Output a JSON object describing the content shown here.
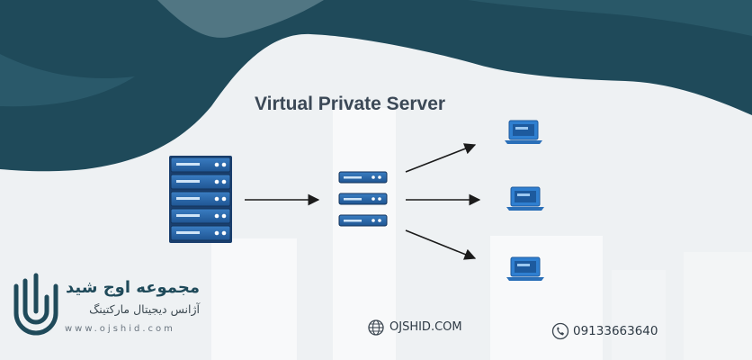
{
  "diagram": {
    "title": "Virtual Private Server",
    "nodes": [
      {
        "name": "physical-server",
        "type": "server-rack"
      },
      {
        "name": "vps-stack",
        "type": "virtual-servers"
      },
      {
        "name": "client-1",
        "type": "laptop"
      },
      {
        "name": "client-2",
        "type": "laptop"
      },
      {
        "name": "client-3",
        "type": "laptop"
      }
    ],
    "edges": [
      {
        "from": "physical-server",
        "to": "vps-stack"
      },
      {
        "from": "vps-stack",
        "to": "client-1"
      },
      {
        "from": "vps-stack",
        "to": "client-2"
      },
      {
        "from": "vps-stack",
        "to": "client-3"
      }
    ]
  },
  "brand": {
    "name": "مجموعه اوج شید",
    "subtitle": "آژانس دیجیتال مارکتینگ",
    "url_text": "www.ojshid.com"
  },
  "footer": {
    "site": "OJSHID.COM",
    "phone": "09133663640"
  },
  "colors": {
    "dark_teal": "#1f4a5a",
    "server_blue": "#2a66a8",
    "laptop_blue": "#2f7fd0"
  },
  "icons": [
    "globe-icon",
    "phone-icon",
    "brand-logo-icon"
  ]
}
